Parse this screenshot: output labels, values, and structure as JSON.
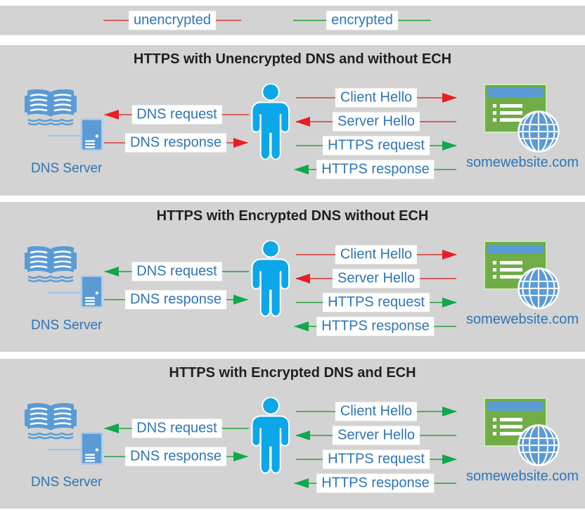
{
  "colors": {
    "panel_bg": "#d3d3d3",
    "label_bg": "#ffffff",
    "label_text": "#2e75b6",
    "title_text": "#1f1f1f",
    "unencrypted_line": "#d35f5c",
    "unencrypted_head": "#ea1c24",
    "encrypted_line": "#4fae5f",
    "encrypted_head": "#0fa84b",
    "icon_blue": "#5b9bd5",
    "person_blue": "#0ba7e8",
    "website_green": "#70ad47",
    "server_border": "#aecbe8",
    "browser_border": "#cfe7bd",
    "connector_blue": "#9dc3e6"
  },
  "legend": {
    "items": [
      {
        "label": "unencrypted",
        "line_color": "#d35f5c"
      },
      {
        "label": "encrypted",
        "line_color": "#4fae5f"
      }
    ]
  },
  "panels": [
    {
      "title": "HTTPS with Unencrypted DNS and without ECH",
      "dns_server_label": "DNS Server",
      "website_label": "somewebsite.com",
      "arrows": {
        "dns_request": {
          "label": "DNS request",
          "direction": "left",
          "encryption": "unencrypted",
          "line_color": "#d35f5c",
          "head_color": "#ea1c24"
        },
        "dns_response": {
          "label": "DNS response",
          "direction": "right",
          "encryption": "unencrypted",
          "line_color": "#d35f5c",
          "head_color": "#ea1c24"
        },
        "client_hello": {
          "label": "Client Hello",
          "direction": "right",
          "encryption": "unencrypted",
          "line_color": "#d35f5c",
          "head_color": "#ea1c24"
        },
        "server_hello": {
          "label": "Server Hello",
          "direction": "left",
          "encryption": "unencrypted",
          "line_color": "#d35f5c",
          "head_color": "#ea1c24"
        },
        "https_request": {
          "label": "HTTPS request",
          "direction": "right",
          "encryption": "encrypted",
          "line_color": "#4fae5f",
          "head_color": "#0fa84b"
        },
        "https_response": {
          "label": "HTTPS response",
          "direction": "left",
          "encryption": "encrypted",
          "line_color": "#4fae5f",
          "head_color": "#0fa84b"
        }
      }
    },
    {
      "title": "HTTPS with Encrypted DNS without ECH",
      "dns_server_label": "DNS Server",
      "website_label": "somewebsite.com",
      "arrows": {
        "dns_request": {
          "label": "DNS request",
          "direction": "left",
          "encryption": "encrypted",
          "line_color": "#4fae5f",
          "head_color": "#0fa84b"
        },
        "dns_response": {
          "label": "DNS response",
          "direction": "right",
          "encryption": "encrypted",
          "line_color": "#4fae5f",
          "head_color": "#0fa84b"
        },
        "client_hello": {
          "label": "Client Hello",
          "direction": "right",
          "encryption": "unencrypted",
          "line_color": "#d35f5c",
          "head_color": "#ea1c24"
        },
        "server_hello": {
          "label": "Server Hello",
          "direction": "left",
          "encryption": "unencrypted",
          "line_color": "#d35f5c",
          "head_color": "#ea1c24"
        },
        "https_request": {
          "label": "HTTPS request",
          "direction": "right",
          "encryption": "encrypted",
          "line_color": "#4fae5f",
          "head_color": "#0fa84b"
        },
        "https_response": {
          "label": "HTTPS response",
          "direction": "left",
          "encryption": "encrypted",
          "line_color": "#4fae5f",
          "head_color": "#0fa84b"
        }
      }
    },
    {
      "title": "HTTPS with Encrypted DNS and ECH",
      "dns_server_label": "DNS Server",
      "website_label": "somewebsite.com",
      "arrows": {
        "dns_request": {
          "label": "DNS request",
          "direction": "left",
          "encryption": "encrypted",
          "line_color": "#4fae5f",
          "head_color": "#0fa84b"
        },
        "dns_response": {
          "label": "DNS response",
          "direction": "right",
          "encryption": "encrypted",
          "line_color": "#4fae5f",
          "head_color": "#0fa84b"
        },
        "client_hello": {
          "label": "Client Hello",
          "direction": "right",
          "encryption": "encrypted",
          "line_color": "#4fae5f",
          "head_color": "#0fa84b"
        },
        "server_hello": {
          "label": "Server Hello",
          "direction": "left",
          "encryption": "encrypted",
          "line_color": "#4fae5f",
          "head_color": "#0fa84b"
        },
        "https_request": {
          "label": "HTTPS request",
          "direction": "right",
          "encryption": "encrypted",
          "line_color": "#4fae5f",
          "head_color": "#0fa84b"
        },
        "https_response": {
          "label": "HTTPS response",
          "direction": "left",
          "encryption": "encrypted",
          "line_color": "#4fae5f",
          "head_color": "#0fa84b"
        }
      }
    }
  ]
}
